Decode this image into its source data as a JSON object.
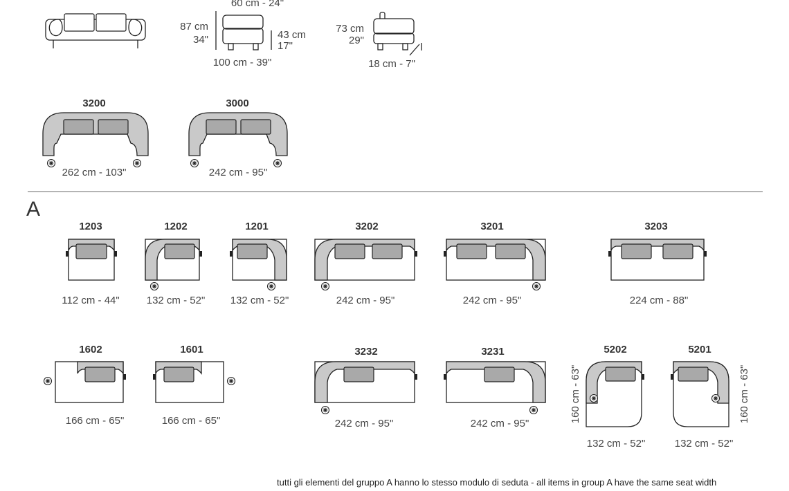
{
  "group_label": "A",
  "footer_note": "tutti gli elementi  del gruppo A hanno lo stesso modulo di  seduta  -  all items in group A have the same seat width",
  "side_views": {
    "top_width": "60 cm - 24\"",
    "height_cm": "87 cm",
    "height_in": "34\"",
    "seat_cm": "43 cm",
    "seat_in": "17\"",
    "depth": "100 cm - 39\"",
    "arm_height_cm": "73 cm",
    "arm_height_in": "29\"",
    "leg_height": "18 cm - 7\""
  },
  "models": {
    "m3200": {
      "code": "3200",
      "width": "262 cm - 103\""
    },
    "m3000": {
      "code": "3000",
      "width": "242 cm - 95\""
    },
    "m1203": {
      "code": "1203",
      "width": "112 cm - 44\""
    },
    "m1202": {
      "code": "1202",
      "width": "132 cm - 52\""
    },
    "m1201": {
      "code": "1201",
      "width": "132 cm - 52\""
    },
    "m3202": {
      "code": "3202",
      "width": "242 cm - 95\""
    },
    "m3201": {
      "code": "3201",
      "width": "242 cm - 95\""
    },
    "m3203": {
      "code": "3203",
      "width": "224 cm - 88\""
    },
    "m1602": {
      "code": "1602",
      "width": "166 cm - 65\""
    },
    "m1601": {
      "code": "1601",
      "width": "166 cm - 65\""
    },
    "m3232": {
      "code": "3232",
      "width": "242 cm - 95\""
    },
    "m3231": {
      "code": "3231",
      "width": "242 cm - 95\""
    },
    "m5202": {
      "code": "5202",
      "width": "132 cm - 52\"",
      "depth": "160 cm - 63\""
    },
    "m5201": {
      "code": "5201",
      "width": "132 cm - 52\"",
      "depth": "160 cm - 63\""
    }
  }
}
